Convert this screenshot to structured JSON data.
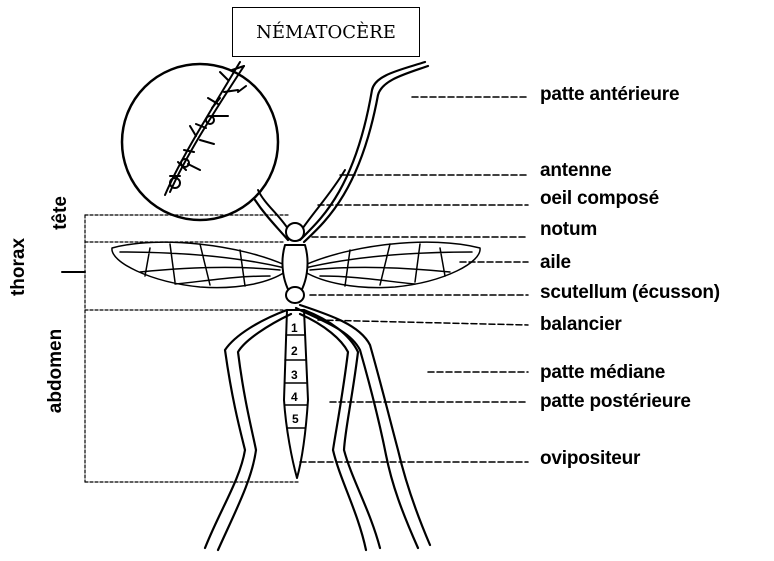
{
  "title": "NÉMATOCÈRE",
  "labels": {
    "patte_anterieure": "patte antérieure",
    "antenne": "antenne",
    "oeil_compose": "oeil composé",
    "notum": "notum",
    "aile": "aile",
    "scutellum": "scutellum (écusson)",
    "balancier": "balancier",
    "patte_mediane": "patte médiane",
    "patte_posterieure": "patte postérieure",
    "ovipositeur": "ovipositeur"
  },
  "vertical_labels": {
    "tete": "tête",
    "thorax": "thorax",
    "abdomen": "abdomen"
  },
  "abdomen_segments": [
    "1",
    "2",
    "3",
    "4",
    "5"
  ],
  "colors": {
    "ink": "#000000",
    "background": "#ffffff"
  }
}
